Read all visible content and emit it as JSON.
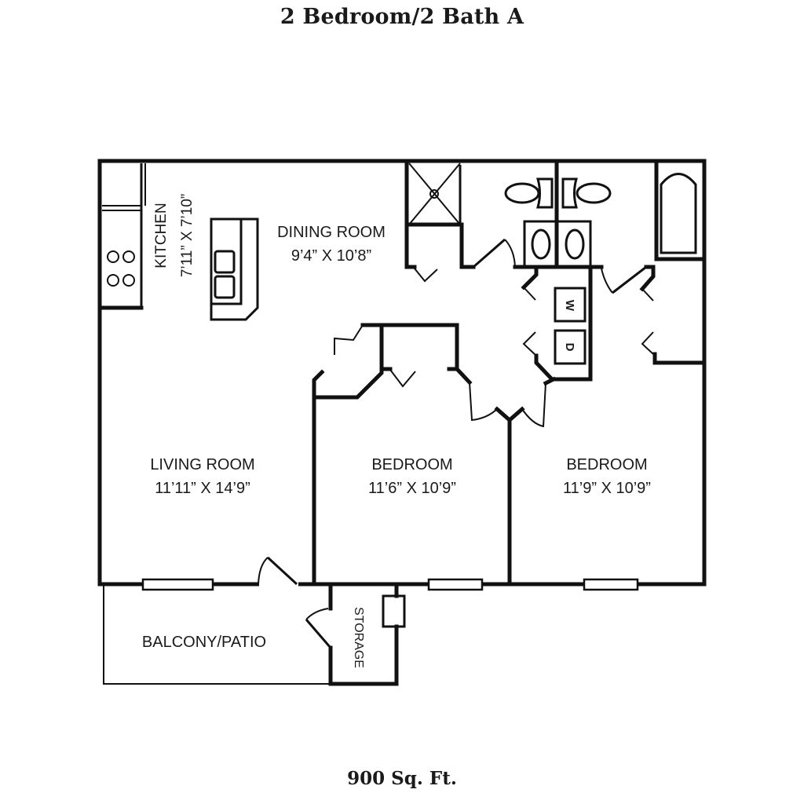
{
  "header": {
    "title": "2 Bedroom/2 Bath A"
  },
  "footer": {
    "area": "900 Sq. Ft."
  },
  "rooms": {
    "kitchen": {
      "name": "KITCHEN",
      "dims": "7’11” X 7’10”"
    },
    "dining": {
      "name": "DINING ROOM",
      "dims": "9’4” X 10’8”"
    },
    "living": {
      "name": "LIVING ROOM",
      "dims": "11’11” X 14’9”"
    },
    "bedroom1": {
      "name": "BEDROOM",
      "dims": "11’6” X 10’9”"
    },
    "bedroom2": {
      "name": "BEDROOM",
      "dims": "11’9” X 10’9”"
    },
    "balcony": {
      "name": "BALCONY/PATIO"
    },
    "storage": {
      "name": "STORAGE"
    }
  },
  "appliances": {
    "washer": "W",
    "dryer": "D"
  },
  "colors": {
    "line": "#111111",
    "background": "#ffffff"
  }
}
